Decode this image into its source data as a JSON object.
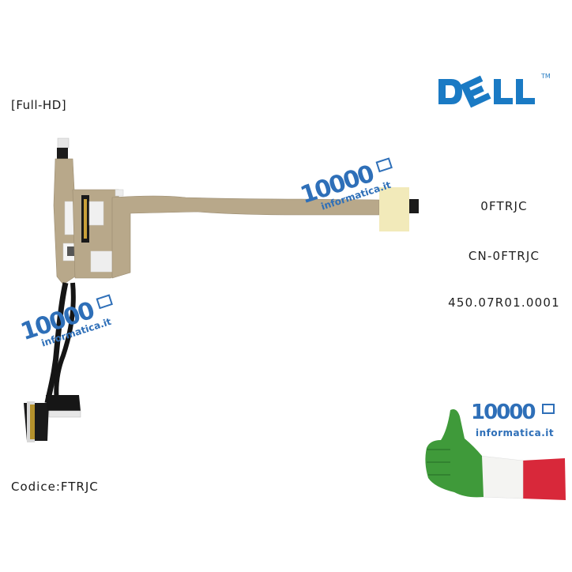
{
  "product": {
    "variant_tag": "[Full-HD]",
    "brand": "DELL",
    "brand_trademark": "TM",
    "part_numbers": [
      "0FTRJC",
      "CN-0FTRJC",
      "450.07R01.0001"
    ],
    "codice_label": "Codice:FTRJC"
  },
  "watermarks": [
    {
      "number": "10000",
      "site": "informatica.it",
      "icon": "laptop-icon"
    },
    {
      "number": "10000",
      "site": "informatica.it",
      "icon": "laptop-icon"
    }
  ],
  "seller_logo": {
    "number": "10000",
    "site": "informatica.it",
    "icon": "laptop-icon",
    "flag_colors": {
      "green": "#3f9a3a",
      "white": "#f4f4f2",
      "red": "#d8283a"
    }
  },
  "colors": {
    "dell_blue": "#1a7ac4",
    "watermark_blue": "#2e6fb8",
    "cable_tan": "#b8a88a",
    "cable_black": "#151515"
  }
}
